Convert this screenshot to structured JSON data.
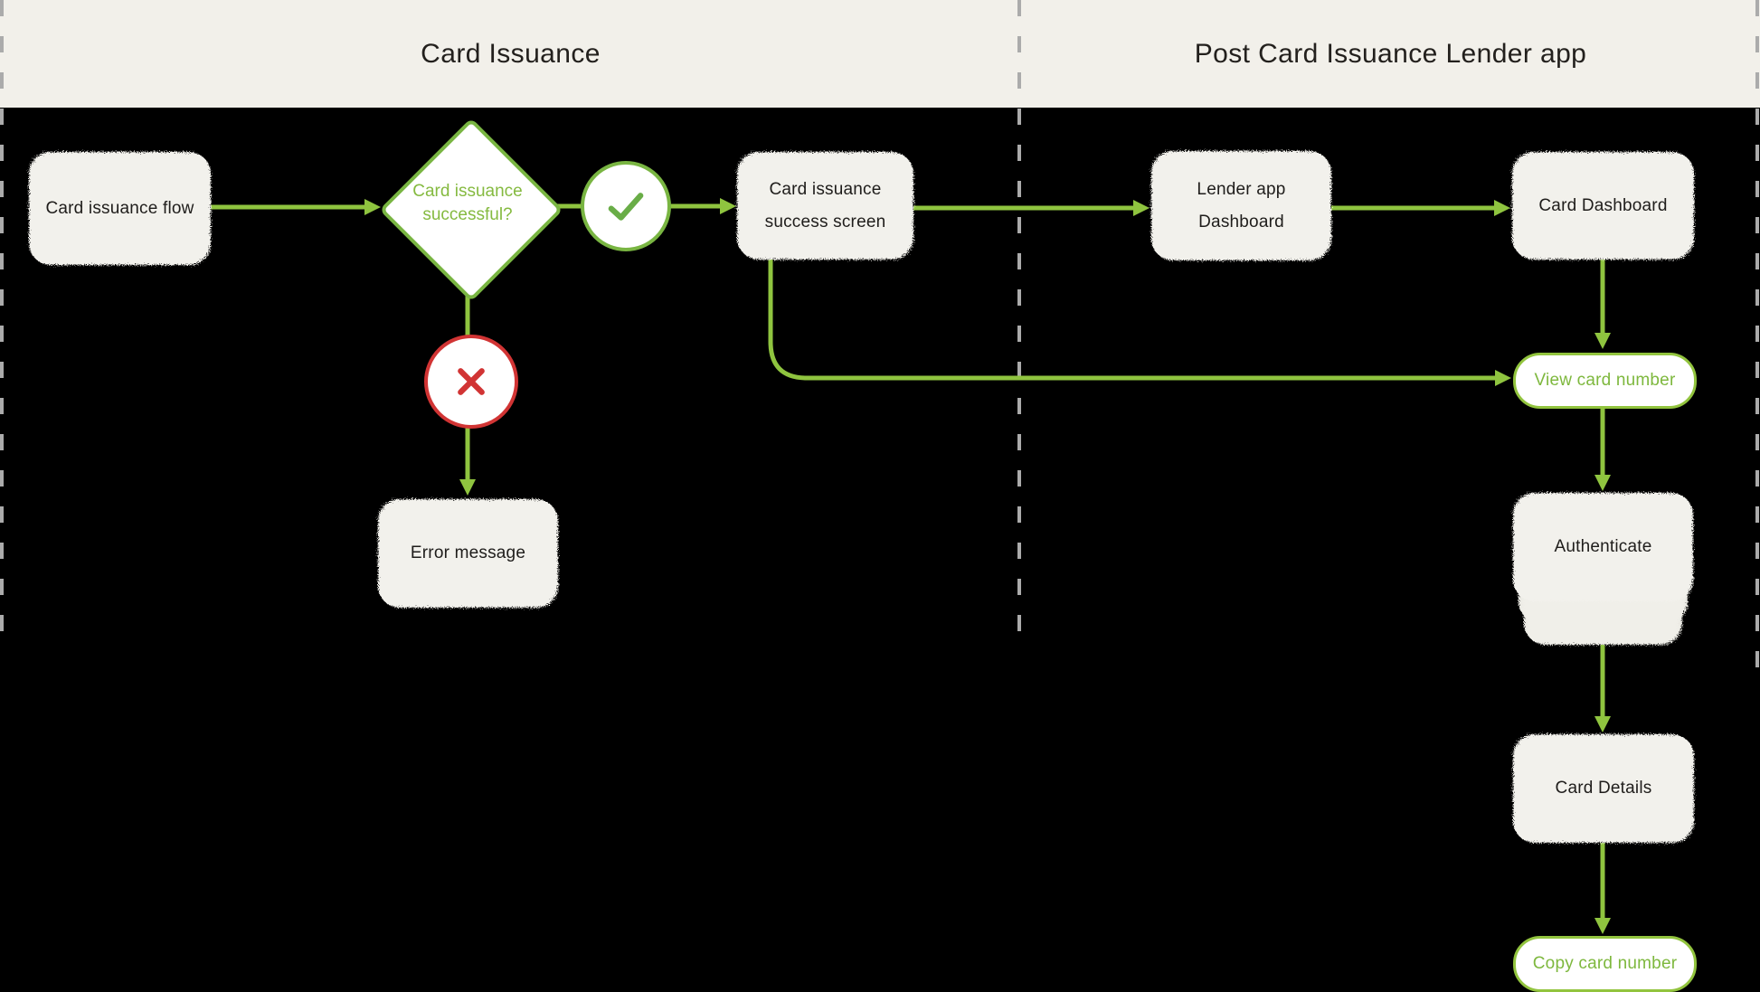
{
  "header": {
    "left_title": "Card Issuance",
    "right_title": "Post Card Issuance Lender app"
  },
  "flow": {
    "card_issuance_flow": "Card issuance flow",
    "decision": "Card issuance\nsuccessful?",
    "success_screen": "Card issuance\nsuccess screen",
    "error_message": "Error message",
    "lender_app_dashboard": "Lender app\nDashboard",
    "card_dashboard": "Card Dashboard",
    "view_card_number": "View card number",
    "authenticate": "Authenticate",
    "card_details": "Card Details",
    "copy_card_number": "Copy card number"
  },
  "icons": {
    "success": "check-icon",
    "failure": "x-icon"
  },
  "colors": {
    "background": "#000000",
    "header_bg": "#f2f0ea",
    "node_bg": "#f2f1ec",
    "node_text": "#1f1d1b",
    "connector_green": "#8fc43f",
    "deep_green": "#79b542",
    "green_text": "#85ba40",
    "error_red": "#d13434",
    "divider_gray": "#ababab"
  }
}
